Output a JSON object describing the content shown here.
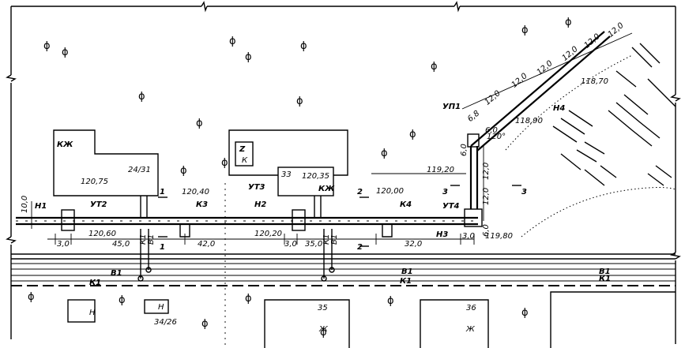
{
  "buildings": {
    "b_left": {
      "code": "КЖ",
      "number": "24/31",
      "elevation": "120,75"
    },
    "b_mid": {
      "code": "КЖ",
      "number": "33",
      "elevation": "120,35"
    },
    "b_top": {
      "code": "К"
    },
    "b_bot1": {
      "code": "Н"
    },
    "b_bot2": {
      "code": "Н",
      "number": "34/26"
    },
    "b_35": {
      "code": "Ж",
      "number": "35"
    },
    "b_36": {
      "code": "Ж",
      "number": "36"
    }
  },
  "nodes": {
    "n1": "Н1",
    "ut2": "УТ2",
    "k3": "К3",
    "ut3": "УТ3",
    "n2": "Н2",
    "k4": "К4",
    "ut4": "УТ4",
    "n3": "Н3",
    "up1": "УП1",
    "n4": "Н4"
  },
  "elevations": {
    "e1": "120,40",
    "e2": "120,60",
    "e3": "120,20",
    "e4": "120,00",
    "e5": "119,20",
    "e6": "119,80",
    "e7": "118,90",
    "e8": "118,70"
  },
  "dims": {
    "d10": "10,0",
    "d30a": "3,0",
    "d45": "45,0",
    "d42": "42,0",
    "d30b": "3,0",
    "d35": "35,0",
    "d32": "32,0",
    "d30c": "3,0",
    "d6a": "6,0",
    "d12a": "12,0",
    "d12b": "12,0",
    "d6b": "6,0",
    "d6c": "6,0",
    "d68": "6,8",
    "s1": "12,0",
    "s2": "12,0",
    "s3": "12,0",
    "s4": "12,0",
    "s5": "12,0",
    "s6": "12,0",
    "angle": "120°"
  },
  "sections": {
    "s1": "1",
    "s1b": "1",
    "s2": "2",
    "s2b": "2",
    "s3": "3",
    "s3b": "3"
  },
  "utilities": {
    "k1": "К1",
    "v1": "В1",
    "k1v": "К1",
    "v1v": "В1",
    "k1v2": "К1",
    "v1v2": "В1",
    "k1_mid": "К1",
    "v1_mid": "В1",
    "k1_right": "К1",
    "v1_right": "В1"
  },
  "misc": {
    "zmark": "Z"
  }
}
